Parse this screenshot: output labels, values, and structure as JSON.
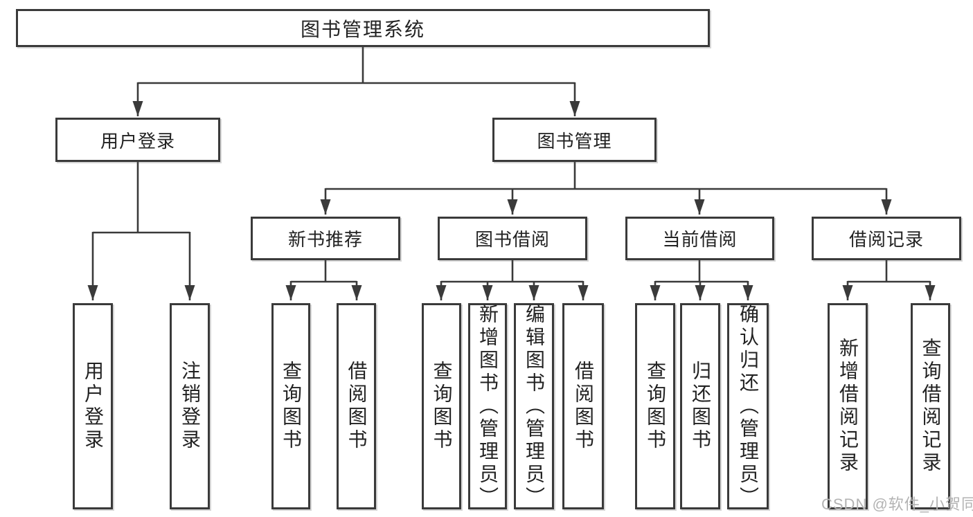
{
  "tree": {
    "label": "图书管理系统",
    "children": [
      {
        "label": "用户登录",
        "children": [
          {
            "label": "用户登录"
          },
          {
            "label": "注销登录"
          }
        ]
      },
      {
        "label": "图书管理",
        "children": [
          {
            "label": "新书推荐",
            "children": [
              {
                "label": "查询图书"
              },
              {
                "label": "借阅图书"
              }
            ]
          },
          {
            "label": "图书借阅",
            "children": [
              {
                "label": "查询图书"
              },
              {
                "label": "新增图书（管理员）"
              },
              {
                "label": "编辑图书（管理员）"
              },
              {
                "label": "借阅图书"
              }
            ]
          },
          {
            "label": "当前借阅",
            "children": [
              {
                "label": "查询图书"
              },
              {
                "label": "归还图书"
              },
              {
                "label": "确认归还（管理员）"
              }
            ]
          },
          {
            "label": "借阅记录",
            "children": [
              {
                "label": "新增借阅记录"
              },
              {
                "label": "查询借阅记录"
              }
            ]
          }
        ]
      }
    ]
  },
  "watermark": {
    "text": "CSDN @软件_小贺同学"
  },
  "colors": {
    "line": "#3a3a3a",
    "box_border": "#3a3a3a",
    "text": "#222222",
    "background": "#ffffff",
    "watermark": "#b3b3b3"
  }
}
